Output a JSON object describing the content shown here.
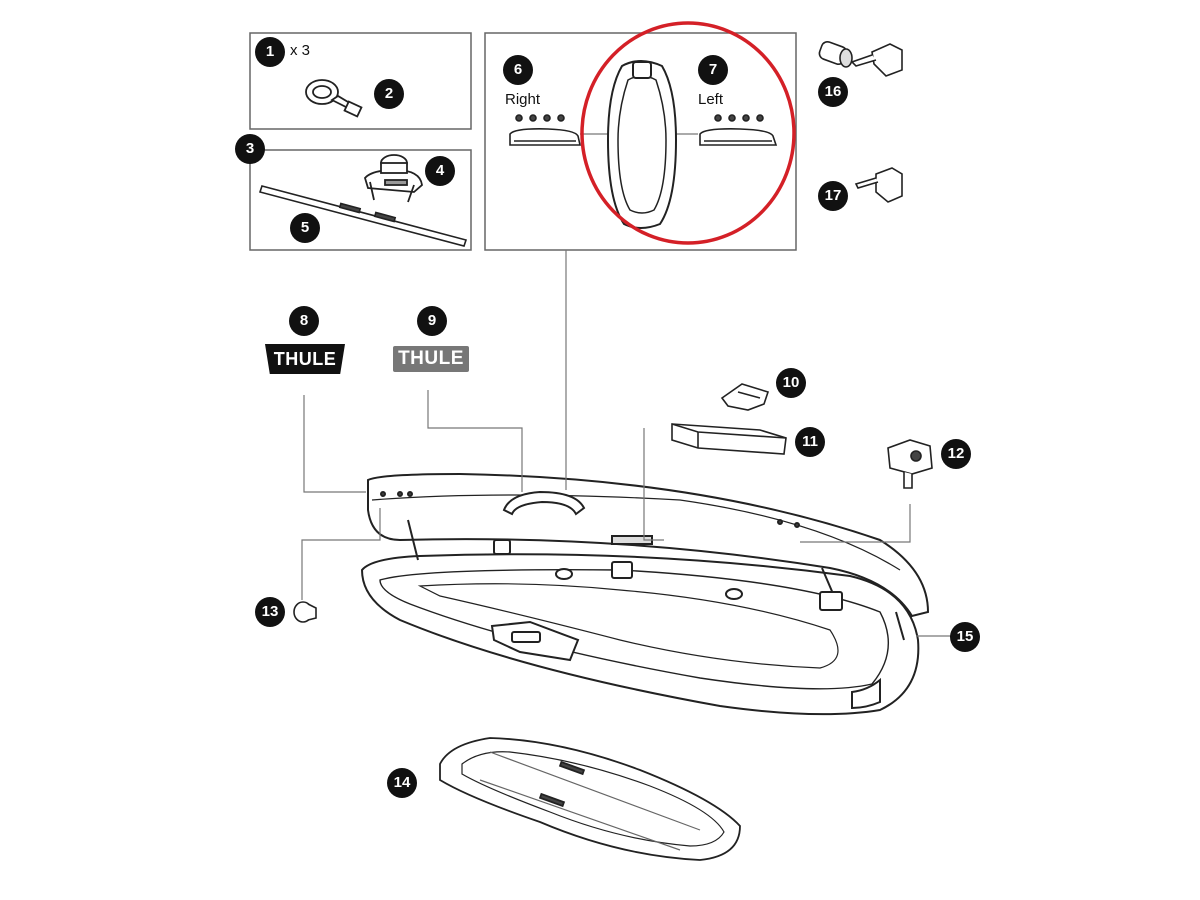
{
  "callouts": {
    "c1": "1",
    "c2": "2",
    "c3": "3",
    "c4": "4",
    "c5": "5",
    "c6": "6",
    "c7": "7",
    "c8": "8",
    "c9": "9",
    "c10": "10",
    "c11": "11",
    "c12": "12",
    "c13": "13",
    "c14": "14",
    "c15": "15",
    "c16": "16",
    "c17": "17"
  },
  "labels": {
    "quantity": "x 3",
    "right": "Right",
    "left": "Left"
  },
  "logos": {
    "logo_8": "THULE",
    "logo_9": "THULE"
  },
  "colors": {
    "highlight_ring": "#d42027",
    "badge": "#111111",
    "line": "#555555"
  }
}
